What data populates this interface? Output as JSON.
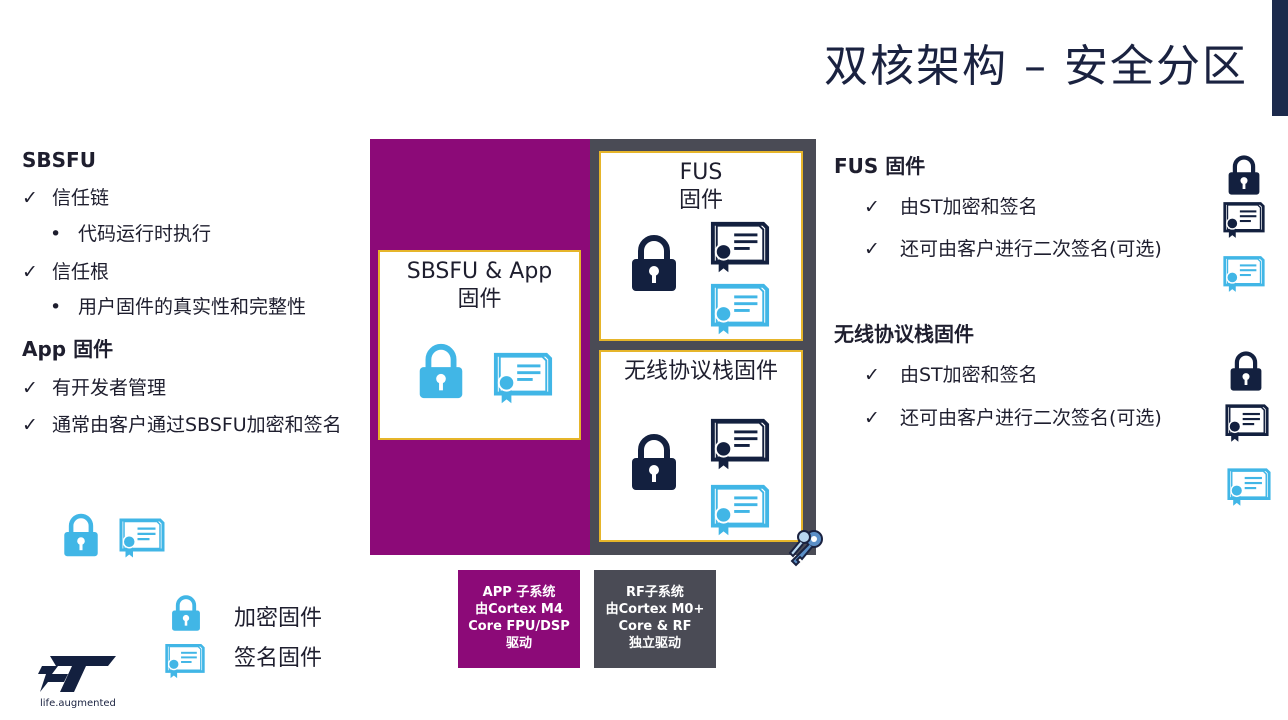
{
  "title": "双核架构 – 安全分区",
  "check_mark": "✓",
  "bullet_mark": "•",
  "left": {
    "sbsfu_heading": "SBSFU",
    "trust_chain": "信任链",
    "trust_chain_sub": "代码运行时执行",
    "trust_root": "信任根",
    "trust_root_sub": "用户固件的真实性和完整性",
    "app_heading": "App 固件",
    "app_item1": "有开发者管理",
    "app_item2": "通常由客户通过SBSFU加密和签名"
  },
  "diagram": {
    "sbsfu_box_line1": "SBSFU & App",
    "sbsfu_box_line2": "固件",
    "fus_box_line1": "FUS",
    "fus_box_line2": "固件",
    "wireless_box_label": "无线协议栈固件",
    "app_subsystem": [
      "APP 子系统",
      "由Cortex M4",
      "Core FPU/DSP",
      "驱动"
    ],
    "rf_subsystem": [
      "RF子系统",
      "由Cortex M0+",
      "Core & RF",
      "独立驱动"
    ]
  },
  "right": {
    "fus_heading": "FUS 固件",
    "fus_item1": "由ST加密和签名",
    "fus_item2": "还可由客户进行二次签名(可选)",
    "wireless_heading": "无线协议栈固件",
    "wireless_item1": "由ST加密和签名",
    "wireless_item2": "还可由客户进行二次签名(可选)"
  },
  "legend": {
    "encrypted": "加密固件",
    "signed": "签名固件"
  },
  "logo": {
    "text": "ST",
    "tagline": "life.augmented"
  },
  "colors": {
    "purple": "#8c0a78",
    "grey": "#4a4b55",
    "navy": "#13203f",
    "light_blue": "#41b6e6",
    "gold_border": "#e6b52a"
  }
}
